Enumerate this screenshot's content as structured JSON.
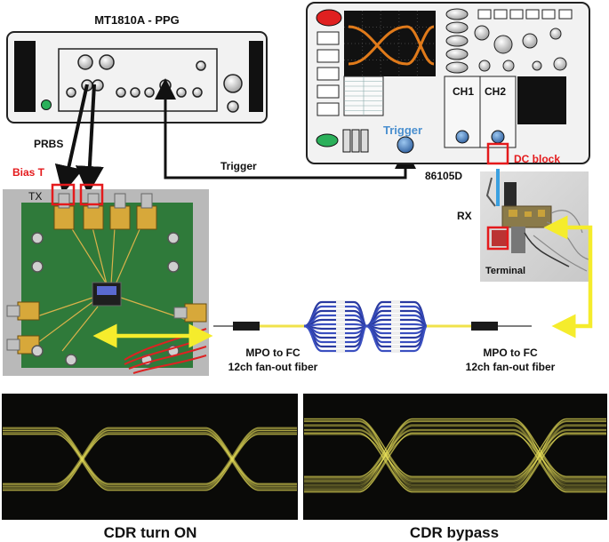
{
  "labels": {
    "ppg_title": "MT1810A - PPG",
    "prbs": "PRBS",
    "bias_t": "Bias T",
    "tx": "TX",
    "trigger_line": "Trigger",
    "trigger_scope": "Trigger",
    "scope_model": "86105D",
    "ch1": "CH1",
    "ch2": "CH2",
    "dc_block": "DC block",
    "rx": "RX",
    "terminal": "Terminal",
    "fiber_left_1": "MPO  to  FC",
    "fiber_left_2": "12ch fan-out fiber",
    "fiber_right_1": "MPO  to  FC",
    "fiber_right_2": "12ch fan-out fiber",
    "eye_left": "CDR turn ON",
    "eye_right": "CDR bypass"
  },
  "colors": {
    "instrument_fill": "#f2f2f2",
    "screen_bg": "#111111",
    "eye_trace": "#e8e05a",
    "eye_trace_scope": "#e07a1a",
    "pcb_green": "#2f7a3a",
    "gold": "#d7a83a",
    "highlight_red": "#e41a1c",
    "arrow_yellow": "#f5ec2c",
    "cable_blue": "#3aa0e0",
    "knob_blue": "#3b78c8"
  }
}
